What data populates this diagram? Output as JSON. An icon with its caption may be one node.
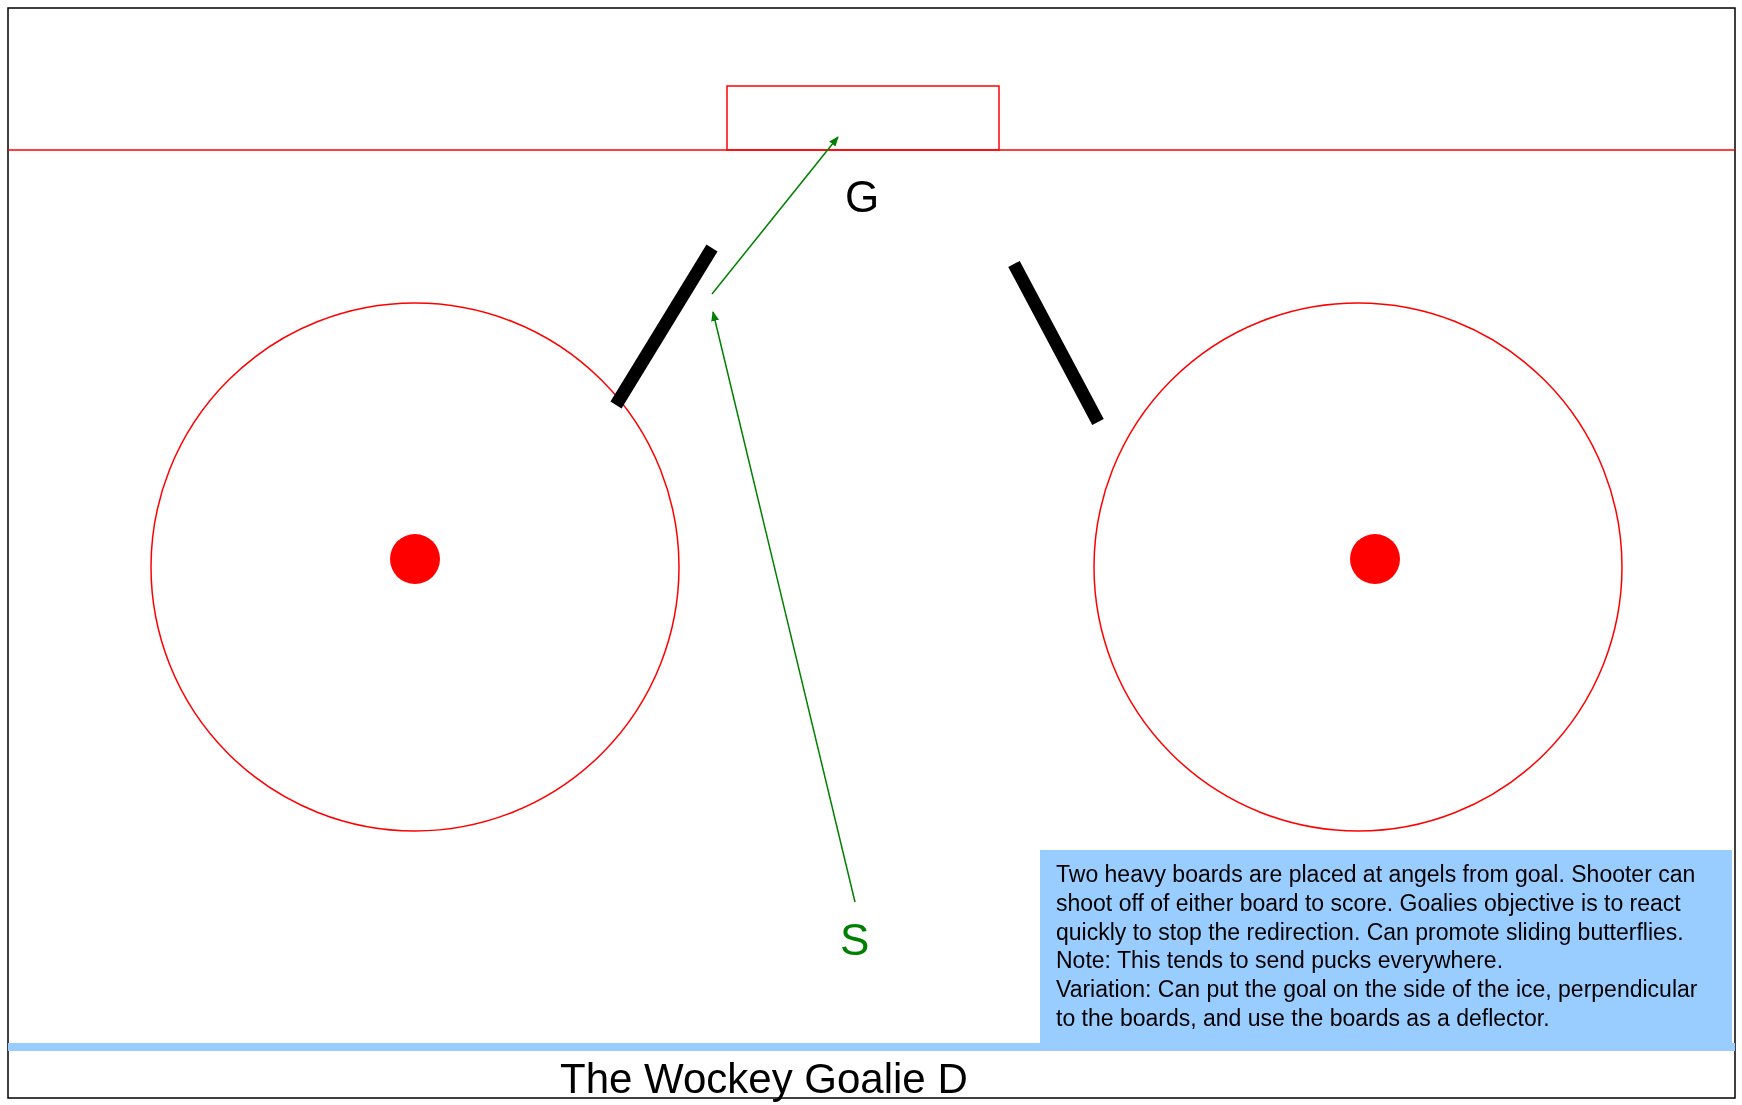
{
  "diagram": {
    "caption": "The Wockey Goalie D",
    "nodes": [
      {
        "text": [
          "G"
        ]
      },
      {
        "text": [
          "S"
        ]
      },
      {
        "text": [],
        "shape": "bar"
      },
      {
        "text": [],
        "shape": "bar"
      },
      {
        "text": [],
        "shape": "box"
      },
      {
        "text": [
          "Two heavy boards are placed at angels from goal.  Shooter can shoot off of either board to score.  Goalies objective is to react quickly to stop the redirection.  Can promote sliding butterflies.",
          "Note: This tends to send pucks everywhere.",
          "Variation:  Can put the goal on the side of the ice, perpendicular to the boards, and use the boards as a deflector."
        ]
      }
    ],
    "edges": [
      {
        "from": 1,
        "to": 2,
        "arrow": "to",
        "color": "#008000"
      },
      {
        "from": 2,
        "to": 4,
        "arrow": "to",
        "color": "#008000"
      }
    ]
  }
}
